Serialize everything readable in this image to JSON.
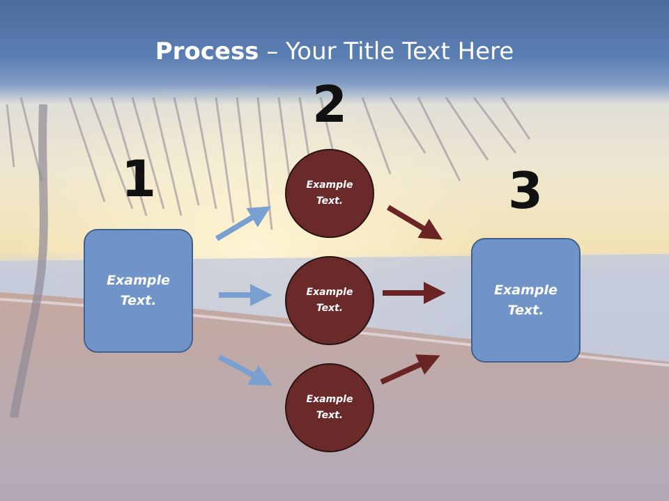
{
  "title": {
    "bold": "Process",
    "rest": " – Your Title Text Here"
  },
  "steps": {
    "one": "1",
    "two": "2",
    "three": "3"
  },
  "left_box": "Example\nText.",
  "right_box": "Example\nText.",
  "circles": [
    "Example\nText.",
    "Example\nText.",
    "Example\nText."
  ],
  "colors": {
    "box_fill": "#7194c8",
    "circle_fill": "#6b2a2a",
    "blue_arrow": "#7aa0d2",
    "red_arrow": "#6b2424"
  }
}
